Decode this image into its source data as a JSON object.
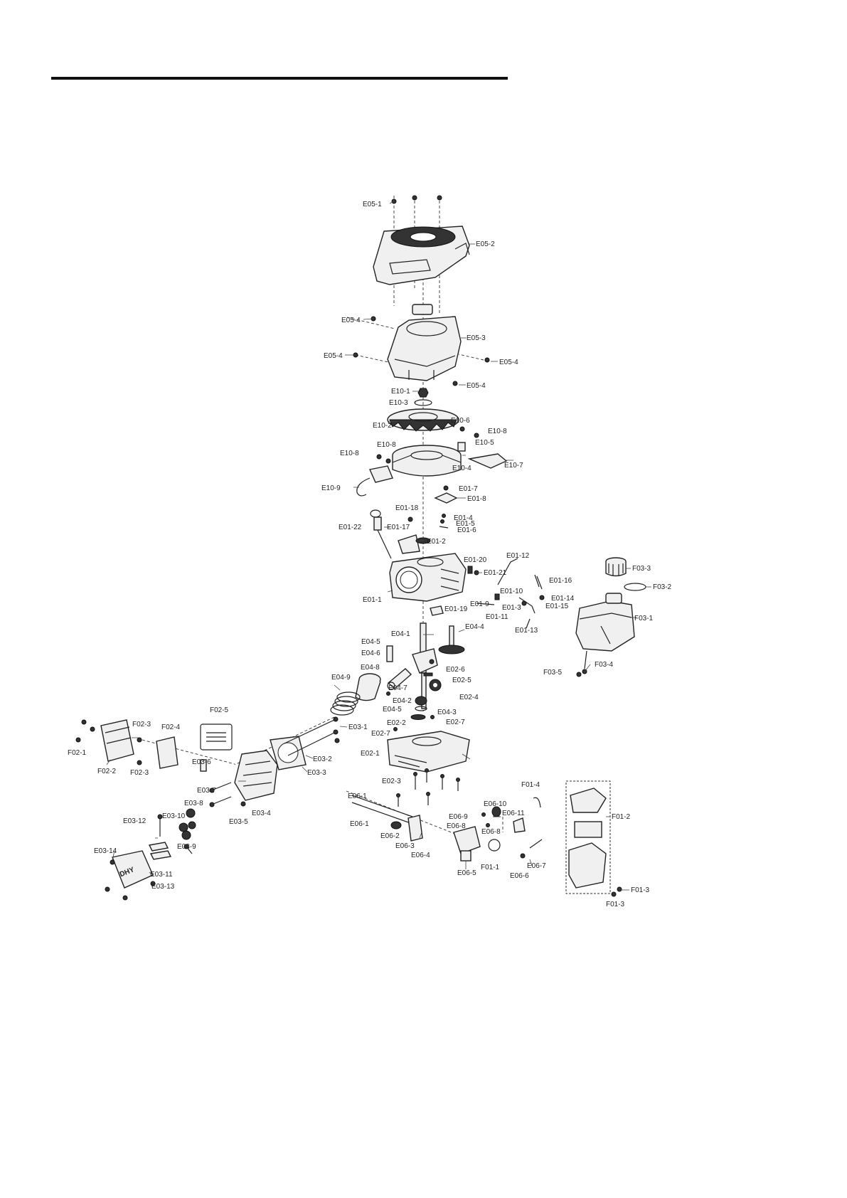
{
  "labels": {
    "e05_1": "E05-1",
    "e05_2": "E05-2",
    "e05_3": "E05-3",
    "e05_4": "E05-4",
    "e10_1": "E10-1",
    "e10_2": "E10-2",
    "e10_3": "E10-3",
    "e10_4": "E10-4",
    "e10_5": "E10-5",
    "e10_6": "E10-6",
    "e10_7": "E10-7",
    "e10_8": "E10-8",
    "e10_9": "E10-9",
    "e01_1": "E01-1",
    "e01_2": "E01-2",
    "e01_3": "E01-3",
    "e01_4": "E01-4",
    "e01_5": "E01-5",
    "e01_6": "E01-6",
    "e01_7": "E01-7",
    "e01_8": "E01-8",
    "e01_9": "E01-9",
    "e01_10": "E01-10",
    "e01_11": "E01-11",
    "e01_12": "E01-12",
    "e01_13": "E01-13",
    "e01_14": "E01-14",
    "e01_15": "E01-15",
    "e01_16": "E01-16",
    "e01_17": "E01-17",
    "e01_18": "E01-18",
    "e01_19": "E01-19",
    "e01_20": "E01-20",
    "e01_21": "E01-21",
    "e01_22": "E01-22",
    "f03_1": "F03-1",
    "f03_2": "F03-2",
    "f03_3": "F03-3",
    "f03_4": "F03-4",
    "f03_5": "F03-5",
    "e04_1": "E04-1",
    "e04_2": "E04-2",
    "e04_3": "E04-3",
    "e04_4": "E04-4",
    "e04_5": "E04-5",
    "e04_6": "E04-6",
    "e04_7": "E04-7",
    "e04_8": "E04-8",
    "e04_9": "E04-9",
    "e02_1": "E02-1",
    "e02_2": "E02-2",
    "e02_3": "E02-3",
    "e02_4": "E02-4",
    "e02_5": "E02-5",
    "e02_6": "E02-6",
    "e02_7": "E02-7",
    "f02_1": "F02-1",
    "f02_2": "F02-2",
    "f02_3": "F02-3",
    "f02_4": "F02-4",
    "f02_5": "F02-5",
    "e03_1": "E03-1",
    "e03_2": "E03-2",
    "e03_3": "E03-3",
    "e03_4": "E03-4",
    "e03_5": "E03-5",
    "e03_6": "E03-6",
    "e03_7": "E03-7",
    "e03_8": "E03-8",
    "e03_9": "E03-9",
    "e03_10": "E03-10",
    "e03_11": "E03-11",
    "e03_12": "E03-12",
    "e03_13": "E03-13",
    "e03_14": "E03-14",
    "e06_1": "E06-1",
    "e06_2": "E06-2",
    "e06_3": "E06-3",
    "e06_4": "E06-4",
    "e06_5": "E06-5",
    "e06_6": "E06-6",
    "e06_7": "E06-7",
    "e06_8": "E06-8",
    "e06_9": "E06-9",
    "e06_10": "E06-10",
    "e06_11": "E06-11",
    "f01_1": "F01-1",
    "f01_2": "F01-2",
    "f01_3": "F01-3",
    "f01_4": "F01-4"
  },
  "head_logo_text": "DHY"
}
